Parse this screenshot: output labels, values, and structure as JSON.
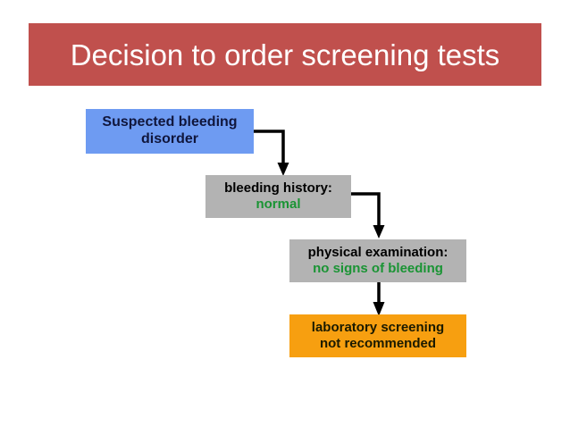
{
  "slide": {
    "title": "Decision to order screening tests",
    "banner_color": "#c0504d",
    "background_color": "#ffffff"
  },
  "flowchart": {
    "type": "flowchart",
    "orientation": "top-left to bottom-right cascade",
    "nodes": [
      {
        "id": "suspected",
        "line1": "Suspected bleeding",
        "line2": "disorder",
        "fill": "#6e9bf2",
        "text_color": "#10163c"
      },
      {
        "id": "history",
        "line1": "bleeding history:",
        "line2": "normal",
        "fill": "#b3b3b3",
        "text_color": "#000000",
        "highlight_color": "#1a9434"
      },
      {
        "id": "physical",
        "line1": "physical examination:",
        "line2": "no signs of bleeding",
        "fill": "#b3b3b3",
        "text_color": "#000000",
        "highlight_color": "#1a9434"
      },
      {
        "id": "lab",
        "line1": "laboratory screening",
        "line2": "not recommended",
        "fill": "#f79f10",
        "text_color": "#1a1a00"
      }
    ],
    "edges": [
      {
        "from": "suspected",
        "to": "history",
        "style": "elbow-right-down",
        "color": "#000000"
      },
      {
        "from": "history",
        "to": "physical",
        "style": "elbow-right-down",
        "color": "#000000"
      },
      {
        "from": "physical",
        "to": "lab",
        "style": "straight-down",
        "color": "#000000"
      }
    ]
  }
}
